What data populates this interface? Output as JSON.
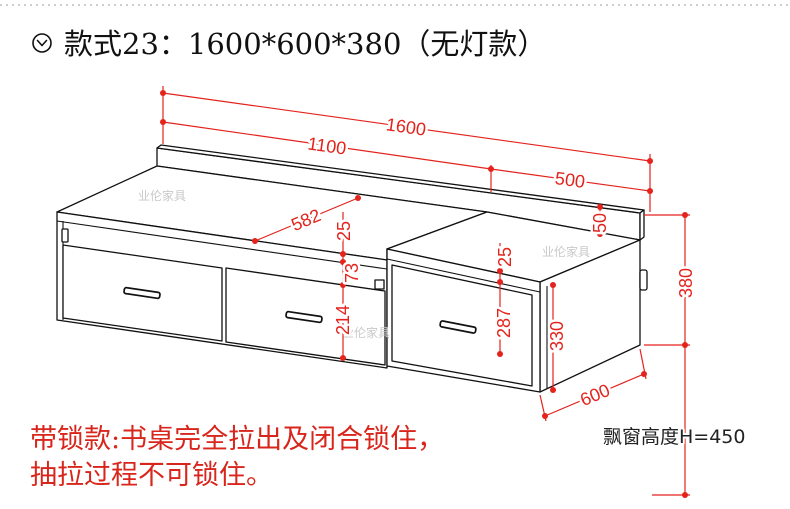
{
  "title": {
    "icon": "circle-chevron-down-icon",
    "text": "款式23：1600*600*380（无灯款）"
  },
  "watermark": "业伦家具",
  "dimensions": {
    "total_width": "1600",
    "desk_width": "1100",
    "cabinet_width": "500",
    "desk_depth": "582",
    "desk_top_thickness": "25",
    "back_panel_height": "50",
    "desk_slot_height": "73",
    "cabinet_top_thickness": "25",
    "desk_drawer_height": "214",
    "cabinet_drawer_height": "287",
    "cabinet_height": "330",
    "total_height": "380",
    "total_depth": "600"
  },
  "window_height_label": "飘窗高度H=450",
  "note": {
    "line1": "带锁款:书桌完全拉出及闭合锁住，",
    "line2": "抽拉过程不可锁住。"
  },
  "colors": {
    "dimension": "#e3231c",
    "note": "#d9261c",
    "outline": "#111111",
    "watermark": "#c9c9c9"
  }
}
